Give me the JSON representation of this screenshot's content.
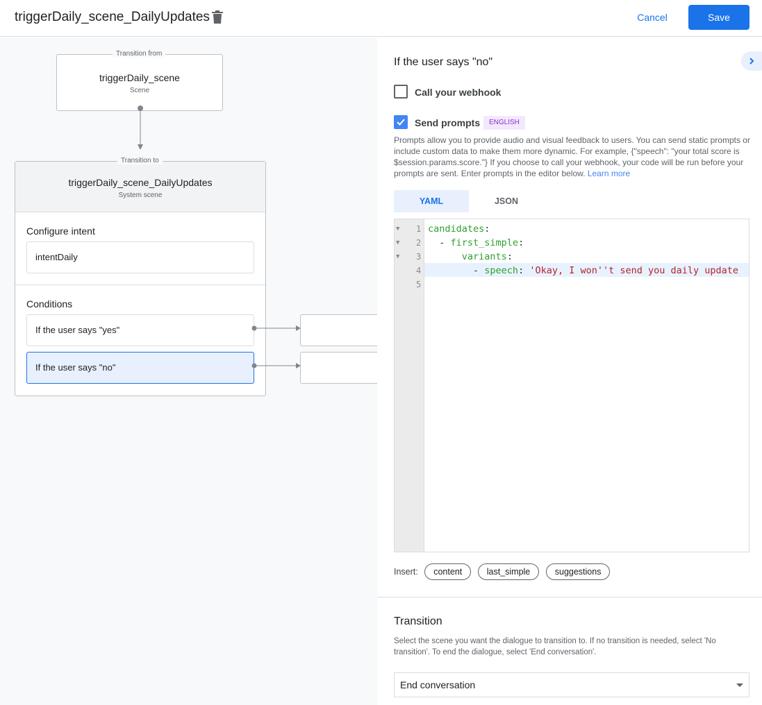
{
  "header": {
    "title": "triggerDaily_scene_DailyUpdates",
    "cancel": "Cancel",
    "save": "Save"
  },
  "canvas": {
    "from": {
      "label": "Transition from",
      "name": "triggerDaily_scene",
      "type": "Scene"
    },
    "to": {
      "label": "Transition to",
      "name": "triggerDaily_scene_DailyUpdates",
      "type": "System scene"
    },
    "intent_heading": "Configure intent",
    "intent": "intentDaily",
    "conditions_heading": "Conditions",
    "conditions": [
      {
        "label": "If the user says \"yes\""
      },
      {
        "label": "If the user says \"no\"",
        "selected": true
      }
    ]
  },
  "panel": {
    "title": "If the user says \"no\"",
    "webhook": {
      "label": "Call your webhook",
      "checked": false
    },
    "prompts": {
      "label": "Send prompts",
      "checked": true,
      "badge": "ENGLISH"
    },
    "description": "Prompts allow you to provide audio and visual feedback to users. You can send static prompts or include custom data to make them more dynamic. For example, {\"speech\": \"your total score is $session.params.score.\"} If you choose to call your webhook, your code will be run before your prompts are sent. Enter prompts in the editor below.",
    "learn_more": "Learn more",
    "tabs": [
      {
        "label": "YAML",
        "active": true
      },
      {
        "label": "JSON",
        "active": false
      }
    ],
    "code": {
      "line_numbers": [
        "1",
        "2",
        "3",
        "4",
        "5"
      ],
      "lines": [
        {
          "indent": "",
          "key": "candidates",
          "rest": ":"
        },
        {
          "indent": "  - ",
          "key": "first_simple",
          "rest": ":"
        },
        {
          "indent": "      ",
          "key": "variants",
          "rest": ":"
        },
        {
          "indent": "        - ",
          "key": "speech",
          "rest": ": ",
          "str": "'Okay, I won''t send you daily update"
        },
        {
          "indent": "",
          "key": "",
          "rest": ""
        }
      ]
    },
    "insert_label": "Insert:",
    "insert_chips": [
      "content",
      "last_simple",
      "suggestions"
    ],
    "transition": {
      "heading": "Transition",
      "description": "Select the scene you want the dialogue to transition to. If no transition is needed, select 'No transition'. To end the dialogue, select 'End conversation'.",
      "selected": "End conversation"
    }
  },
  "colors": {
    "accent": "#1a73e8",
    "selected_bg": "#e8f0fe",
    "badge_bg": "#f3e8fd",
    "badge_text": "#8430ce"
  }
}
